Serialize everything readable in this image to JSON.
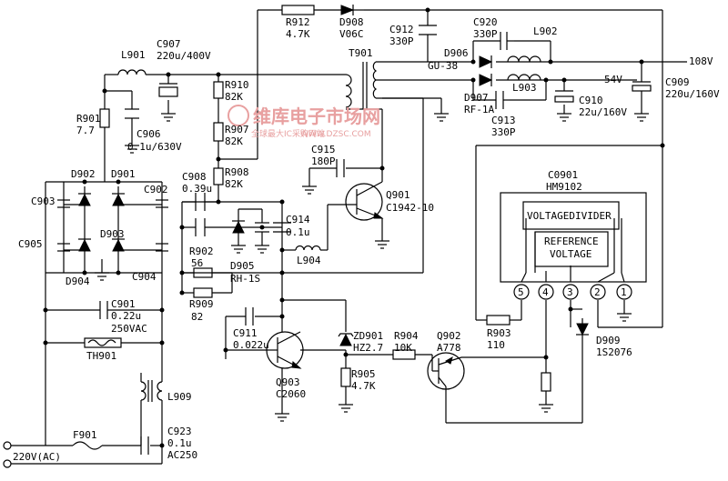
{
  "labels": {
    "r912": "R912",
    "r912_v": "4.7K",
    "d908": "D908",
    "d908_v": "V06C",
    "c912": "C912",
    "c912_v": "330P",
    "c920": "C920",
    "c920_v": "330P",
    "l902": "L902",
    "t901": "T901",
    "d906": "D906",
    "d906_v": "GU-38",
    "out108": "108V",
    "out54": "54V",
    "c909": "C909",
    "c909_v": "220u/160V",
    "l903": "L903",
    "d907": "D907",
    "d907_v": "RF-1A",
    "c910": "C910",
    "c910_v": "22u/160V",
    "c913": "C913",
    "c913_v": "330P",
    "l901": "L901",
    "c907": "C907",
    "c907_v": "220u/400V",
    "r910": "R910",
    "r910_v": "82K",
    "r907": "R907",
    "r907_v": "82K",
    "r908": "R908",
    "r908_v": "82K",
    "r901": "R901",
    "r901_v": "7.7",
    "c906": "C906",
    "c906_v": "0.1u/630V",
    "c915": "C915",
    "c915_v": "180P",
    "q901": "Q901",
    "q901_v": "C1942-10",
    "c908": "C908",
    "c908_v": "0.39u",
    "c914": "C914",
    "c914_v": "0.1u",
    "l904": "L904",
    "r902": "R902",
    "r902_v": "56",
    "d905": "D905",
    "d905_v": "RH-1S",
    "r909": "R909",
    "r909_v": "82",
    "d902": "D902",
    "d901": "D901",
    "d903": "D903",
    "d904": "D904",
    "c903": "C903",
    "c902": "C902",
    "c904": "C904",
    "c905": "C905",
    "c901": "C901",
    "c901_v": "0.22u",
    "c901_v2": "250VAC",
    "th901": "TH901",
    "l909": "L909",
    "f901": "F901",
    "c923": "C923",
    "c923_v": "0.1u",
    "c923_v2": "AC250",
    "ac_in": "220V(AC)",
    "c911": "C911",
    "c911_v": "0.022u",
    "q903": "Q903",
    "q903_v": "C2060",
    "zd901": "ZD901",
    "zd901_v": "HZ2.7",
    "r905": "R905",
    "r905_v": "4.7K",
    "r904": "R904",
    "r904_v": "10K",
    "q902": "Q902",
    "q902_v": "A778",
    "r903": "R903",
    "r903_v": "110",
    "d909": "D909",
    "d909_v": "1S2076",
    "ic_ref": "C0901",
    "ic_part": "HM9102",
    "ic_vd": "VOLTAGEDIVIDER",
    "ic_rv1": "REFERENCE",
    "ic_rv2": "VOLTAGE",
    "pin5": "5",
    "pin4": "4",
    "pin3": "3",
    "pin2": "2",
    "pin1": "1"
  },
  "watermark": {
    "main": "维库电子市场网",
    "sub": "全球最大IC采购网站",
    "url": "WWW.DZSC.COM"
  }
}
